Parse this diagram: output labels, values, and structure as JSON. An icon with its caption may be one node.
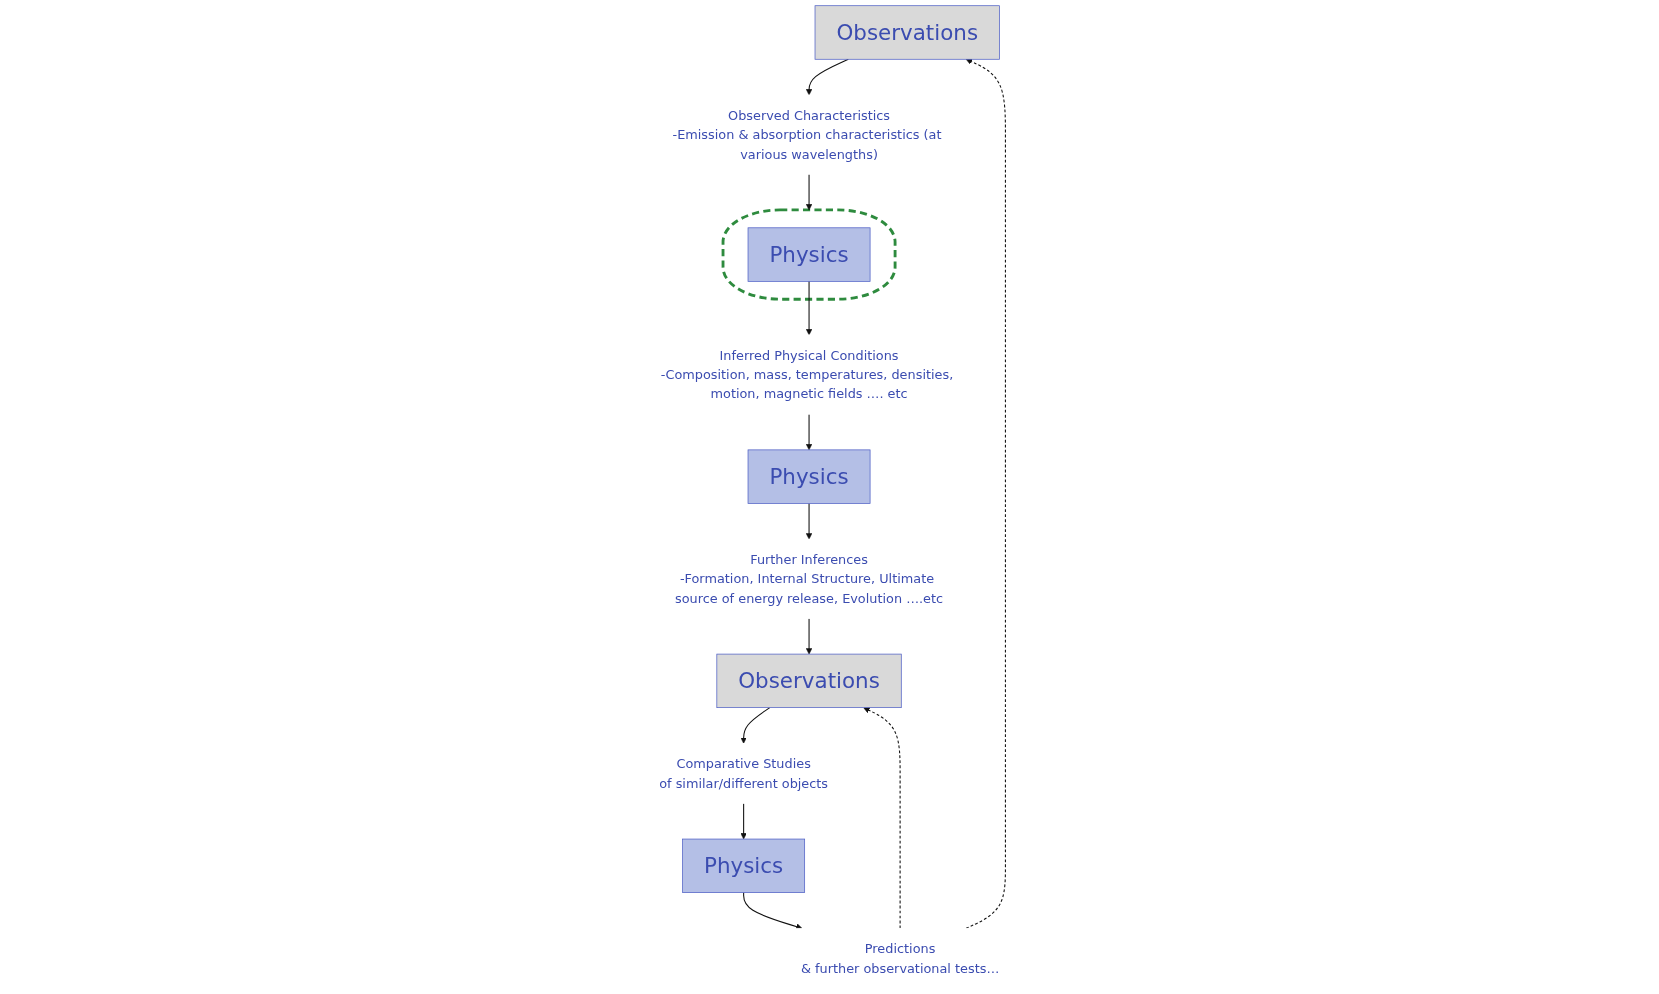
{
  "diagram": {
    "nodes": [
      {
        "text": [
          "Observations"
        ]
      },
      {
        "text": [
          "Observed Characteristics",
          "-Emission & absorption characteristics (at various wavelengths)"
        ]
      },
      {
        "text": [],
        "shape": "ellipse"
      },
      {
        "text": [
          "Physics"
        ],
        "in": 2
      },
      {
        "text": [
          "Inferred Physical Conditions",
          "-Composition, mass, temperatures, densities, motion, magnetic fields …. etc"
        ]
      },
      {
        "text": [
          "Physics"
        ]
      },
      {
        "text": [
          "Further Inferences",
          "-Formation, Internal Structure, Ultimate source of energy release, Evolution ….etc"
        ]
      },
      {
        "text": [
          "Observations"
        ]
      },
      {
        "text": [
          "Comparative Studies",
          "of similar/different objects"
        ]
      },
      {
        "text": [
          "Physics"
        ]
      },
      {
        "text": [
          "Predictions",
          "& further observational tests…"
        ]
      }
    ],
    "edges": [
      {
        "from": 0,
        "to": 1,
        "arrow": "to"
      },
      {
        "from": 1,
        "to": 2,
        "arrow": "to"
      },
      {
        "from": 3,
        "to": 4,
        "arrow": "to"
      },
      {
        "from": 4,
        "to": 5,
        "arrow": "to"
      },
      {
        "from": 5,
        "to": 6,
        "arrow": "to"
      },
      {
        "from": 6,
        "to": 7,
        "arrow": "to"
      },
      {
        "from": 7,
        "to": 8,
        "arrow": "to"
      },
      {
        "from": 8,
        "to": 9,
        "arrow": "to"
      },
      {
        "from": 9,
        "to": 10,
        "arrow": "to"
      },
      {
        "from": 10,
        "to": 0,
        "arrow": "to",
        "style": "dashed"
      },
      {
        "from": 10,
        "to": 7,
        "arrow": "to",
        "style": "dashed"
      }
    ]
  }
}
